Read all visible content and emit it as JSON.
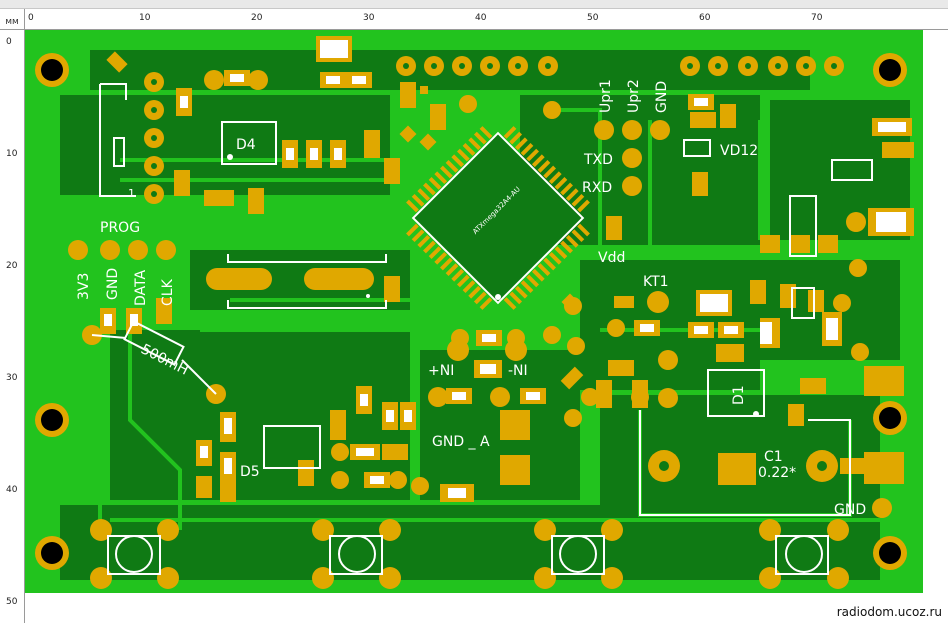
{
  "ruler": {
    "unit": "мм",
    "top_ticks": [
      "0",
      "10",
      "20",
      "30",
      "40",
      "50",
      "60",
      "70"
    ],
    "left_ticks": [
      "0",
      "10",
      "20",
      "30",
      "40",
      "50"
    ]
  },
  "board": {
    "copper_color": "#22c31e",
    "substrate_color": "#0f7a14",
    "pad_color": "#e0a800",
    "silk_color": "#ffffff",
    "labels": {
      "d4": "D4",
      "prog": "PROG",
      "pin_3v3": "3V3",
      "pin_gnd": "GND",
      "pin_data": "DATA",
      "pin_clk": "CLK",
      "inductor": "500mH",
      "upr1": "Upr1",
      "upr2": "Upr2",
      "gnd_top": "GND",
      "txd": "TXD",
      "rxd": "RXD",
      "vd12": "VD12",
      "vdd": "Vdd",
      "kt1": "KT1",
      "plus_ni": "+NI",
      "minus_ni": "-NI",
      "gnd_a": "GND _ A",
      "d1": "D1",
      "c1": "C1",
      "c1_value": "0.22*",
      "d5": "D5",
      "gnd_bottom": "GND",
      "mcu": "ATXmega32A4-AU",
      "connector_pin1": "1"
    }
  },
  "watermark": "radiodom.ucoz.ru"
}
